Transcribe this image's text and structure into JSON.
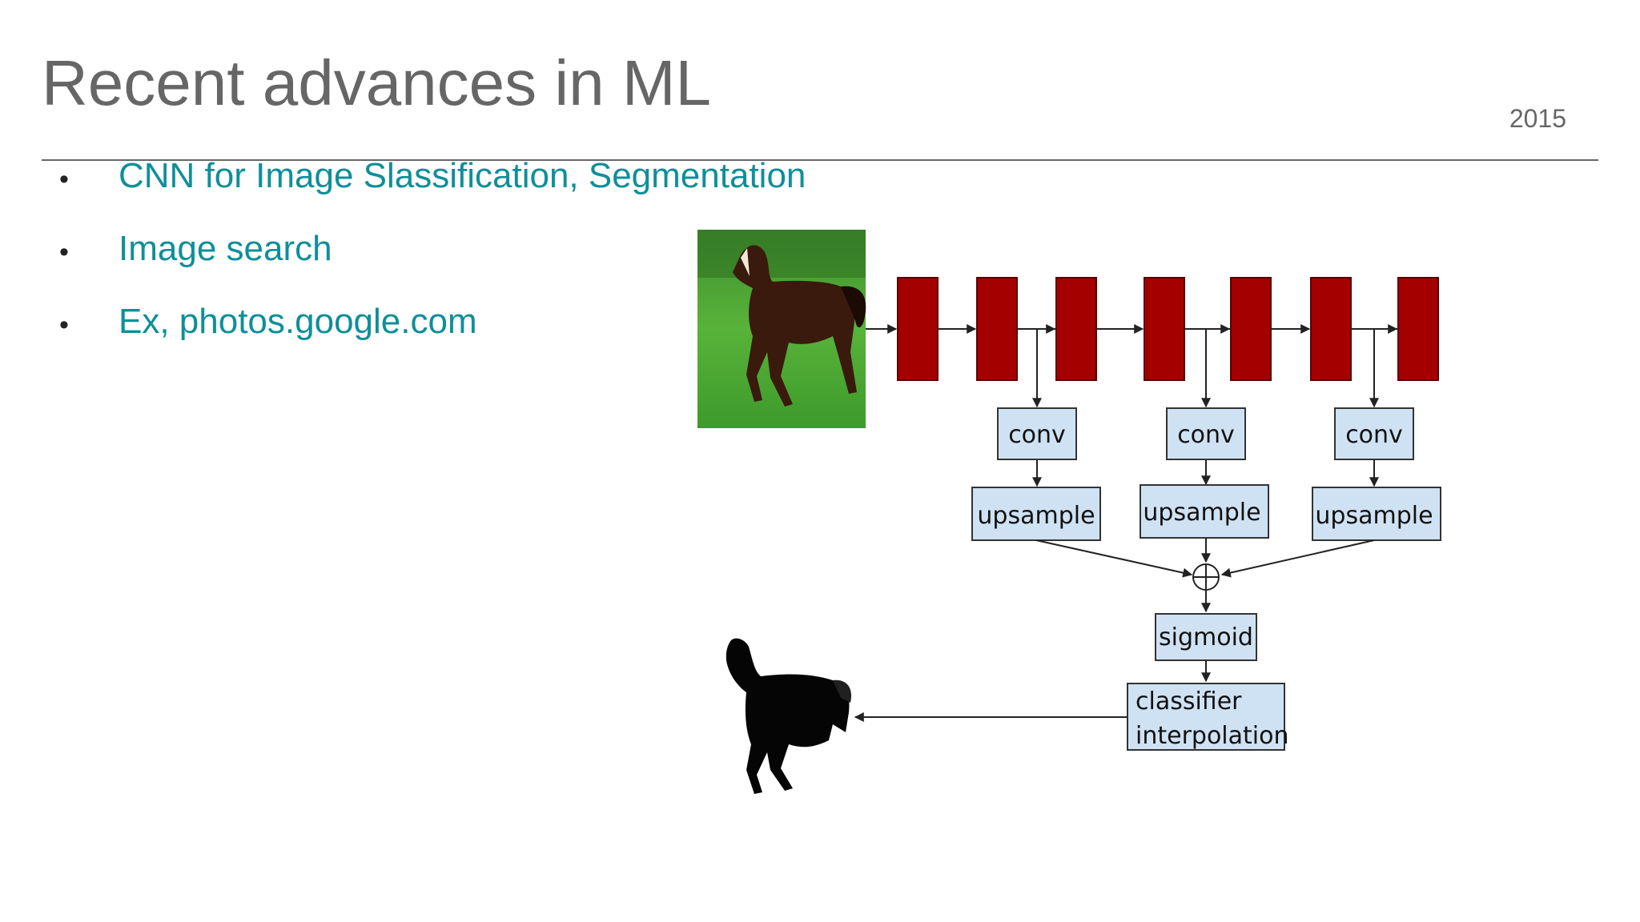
{
  "slide": {
    "title": "Recent advances in ML",
    "year": "2015",
    "bullets": [
      "CNN for Image Slassification, Segmentation",
      "Image search",
      "Ex, photos.google.com"
    ]
  },
  "diagram": {
    "layers_count": 7,
    "layer_color": "#a40000",
    "box_fill": "#cfe2f3",
    "accent_text_color": "#0e8f9a",
    "labels": {
      "conv": "conv",
      "upsample": "upsample",
      "sigmoid": "sigmoid",
      "classifier_line1": "classifier",
      "classifier_line2": "interpolation"
    },
    "input_image": "horse-photo-icon",
    "output_image": "horse-silhouette-icon"
  }
}
